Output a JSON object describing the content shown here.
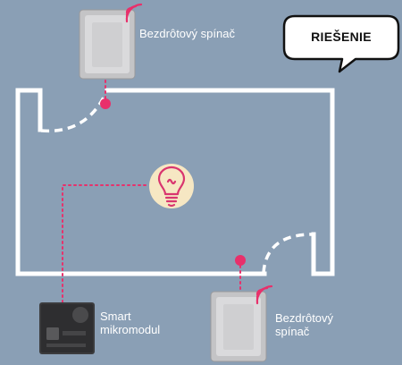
{
  "colors": {
    "background": "#8a9fb5",
    "wall": "#ffffff",
    "signal": "#e8306b",
    "bulb_badge": "#f6e7c3",
    "bulb_line": "#d9356f"
  },
  "bubble": {
    "label": "RIEŠENIE"
  },
  "devices": {
    "switch_top": {
      "label": "Bezdrôtový spínač",
      "icon": "wireless-switch-icon"
    },
    "switch_bottom": {
      "label": "Bezdrôtový\nspínač",
      "icon": "wireless-switch-icon"
    },
    "module": {
      "label": "Smart\nmikromodul",
      "icon": "micromodule-icon"
    }
  },
  "bulb": {
    "icon": "light-bulb-icon"
  }
}
